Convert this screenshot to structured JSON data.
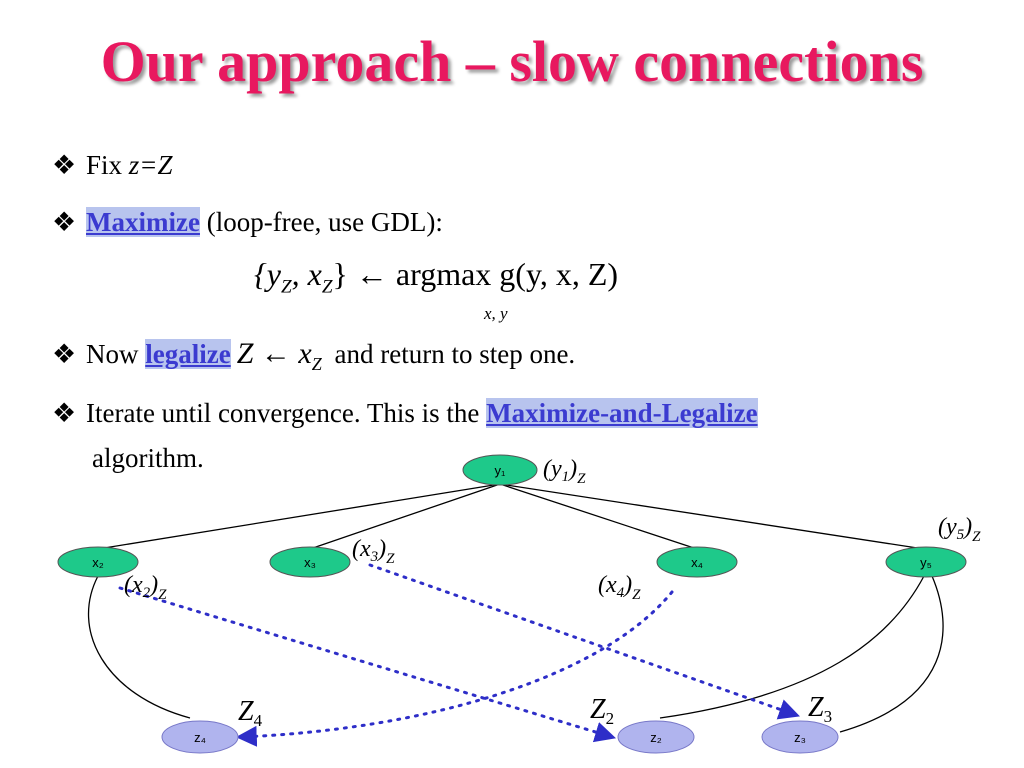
{
  "title": "Our approach – slow connections",
  "bullet_marker": "❖",
  "bullets": {
    "b1": {
      "text": "Fix ",
      "math": "z=Z"
    },
    "b2": {
      "highlight": "Maximize",
      "text": " (loop-free, use GDL):"
    },
    "formula": {
      "lhs": "{y",
      "lhs_sub1": "Z",
      "mid": ", x",
      "lhs_sub2": "Z",
      "close": "} ← argmax  g(y, x, Z)",
      "under": "x, y"
    },
    "b3": {
      "pre": "Now ",
      "highlight": "legalize",
      "eq_z": "Z",
      "eq_arrow": " ← x",
      "eq_sub": "Z",
      "post": " and return to step one."
    },
    "b4": {
      "text": "Iterate until convergence. This is the ",
      "highlight": "Maximize-and-Legalize",
      "cont": "algorithm."
    }
  },
  "diagram": {
    "nodes": {
      "y1": "y₁",
      "x2": "x₂",
      "x3": "x₃",
      "x4": "x₄",
      "y5": "y₅",
      "z4": "z₄",
      "z2": "z₂",
      "z3": "z₃"
    },
    "labels": {
      "y1": {
        "open": "(",
        "var": "y",
        "idx": "1",
        "close": ")",
        "sub": "Z"
      },
      "x3": {
        "open": "(",
        "var": "x",
        "idx": "3",
        "close": ")",
        "sub": "Z"
      },
      "x2": {
        "open": "(",
        "var": "x",
        "idx": "2",
        "close": ")",
        "sub": "Z"
      },
      "x4": {
        "open": "(",
        "var": "x",
        "idx": "4",
        "close": ")",
        "sub": "Z"
      },
      "y5": {
        "open": "(",
        "var": "y",
        "idx": "5",
        "close": ")",
        "sub": "Z"
      },
      "Z4": {
        "var": "Z",
        "idx": "4"
      },
      "Z2": {
        "var": "Z",
        "idx": "2"
      },
      "Z3": {
        "var": "Z",
        "idx": "3"
      }
    },
    "colors": {
      "var_node": "#1ec98a",
      "z_node": "#b0b4ee",
      "dotted": "#2e2ec8",
      "title": "#e8185f",
      "highlight": "#3b3bd0"
    }
  }
}
